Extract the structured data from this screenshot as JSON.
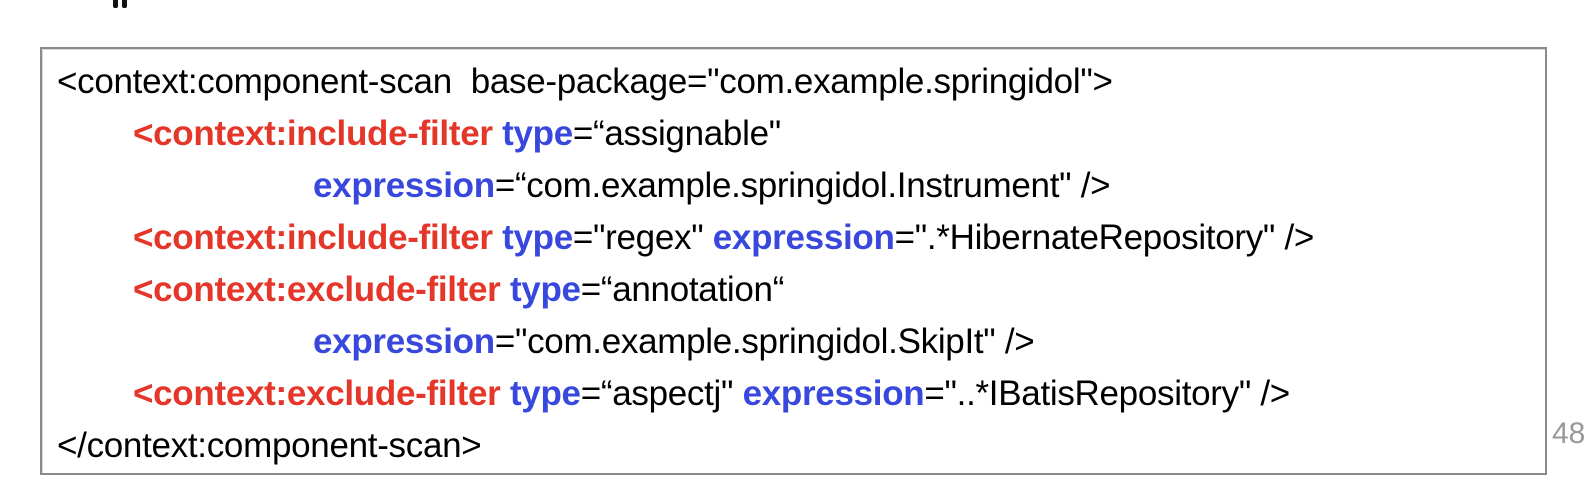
{
  "page": {
    "number": "48"
  },
  "colors": {
    "tag_red": "#e5362a",
    "attr_blue": "#3848dc",
    "border_gray": "#8a8a8a",
    "page_gray": "#999999"
  },
  "code": {
    "lines": [
      {
        "indent": 0,
        "segments": [
          {
            "t": "<context:component-scan  base-package=\"com.example.springidol\">",
            "s": "plain"
          }
        ]
      },
      {
        "indent": 1,
        "segments": [
          {
            "t": "<context:include-filter",
            "s": "tag"
          },
          {
            "t": " ",
            "s": "plain"
          },
          {
            "t": "type",
            "s": "attr"
          },
          {
            "t": "=“assignable\"",
            "s": "plain"
          }
        ]
      },
      {
        "indent": 2,
        "segments": [
          {
            "t": "expression",
            "s": "attr"
          },
          {
            "t": "=“com.example.springidol.Instrument\" />",
            "s": "plain"
          }
        ]
      },
      {
        "indent": 1,
        "segments": [
          {
            "t": "<context:include-filter",
            "s": "tag"
          },
          {
            "t": " ",
            "s": "plain"
          },
          {
            "t": "type",
            "s": "attr"
          },
          {
            "t": "=\"regex\" ",
            "s": "plain"
          },
          {
            "t": "expression",
            "s": "attr"
          },
          {
            "t": "=\".*HibernateRepository\" />",
            "s": "plain"
          }
        ]
      },
      {
        "indent": 1,
        "segments": [
          {
            "t": "<context:exclude-filter",
            "s": "tag"
          },
          {
            "t": " ",
            "s": "plain"
          },
          {
            "t": "type",
            "s": "attr"
          },
          {
            "t": "=“annotation“",
            "s": "plain"
          }
        ]
      },
      {
        "indent": 2,
        "segments": [
          {
            "t": "expression",
            "s": "attr"
          },
          {
            "t": "=\"com.example.springidol.SkipIt\" />",
            "s": "plain"
          }
        ]
      },
      {
        "indent": 1,
        "segments": [
          {
            "t": "<context:exclude-filter",
            "s": "tag"
          },
          {
            "t": " ",
            "s": "plain"
          },
          {
            "t": "type",
            "s": "attr"
          },
          {
            "t": "=“aspectj\" ",
            "s": "plain"
          },
          {
            "t": "expression",
            "s": "attr"
          },
          {
            "t": "=\"..*IBatisRepository\" />",
            "s": "plain"
          }
        ]
      },
      {
        "indent": 0,
        "segments": [
          {
            "t": "</context:component-scan>",
            "s": "plain"
          }
        ]
      }
    ]
  }
}
